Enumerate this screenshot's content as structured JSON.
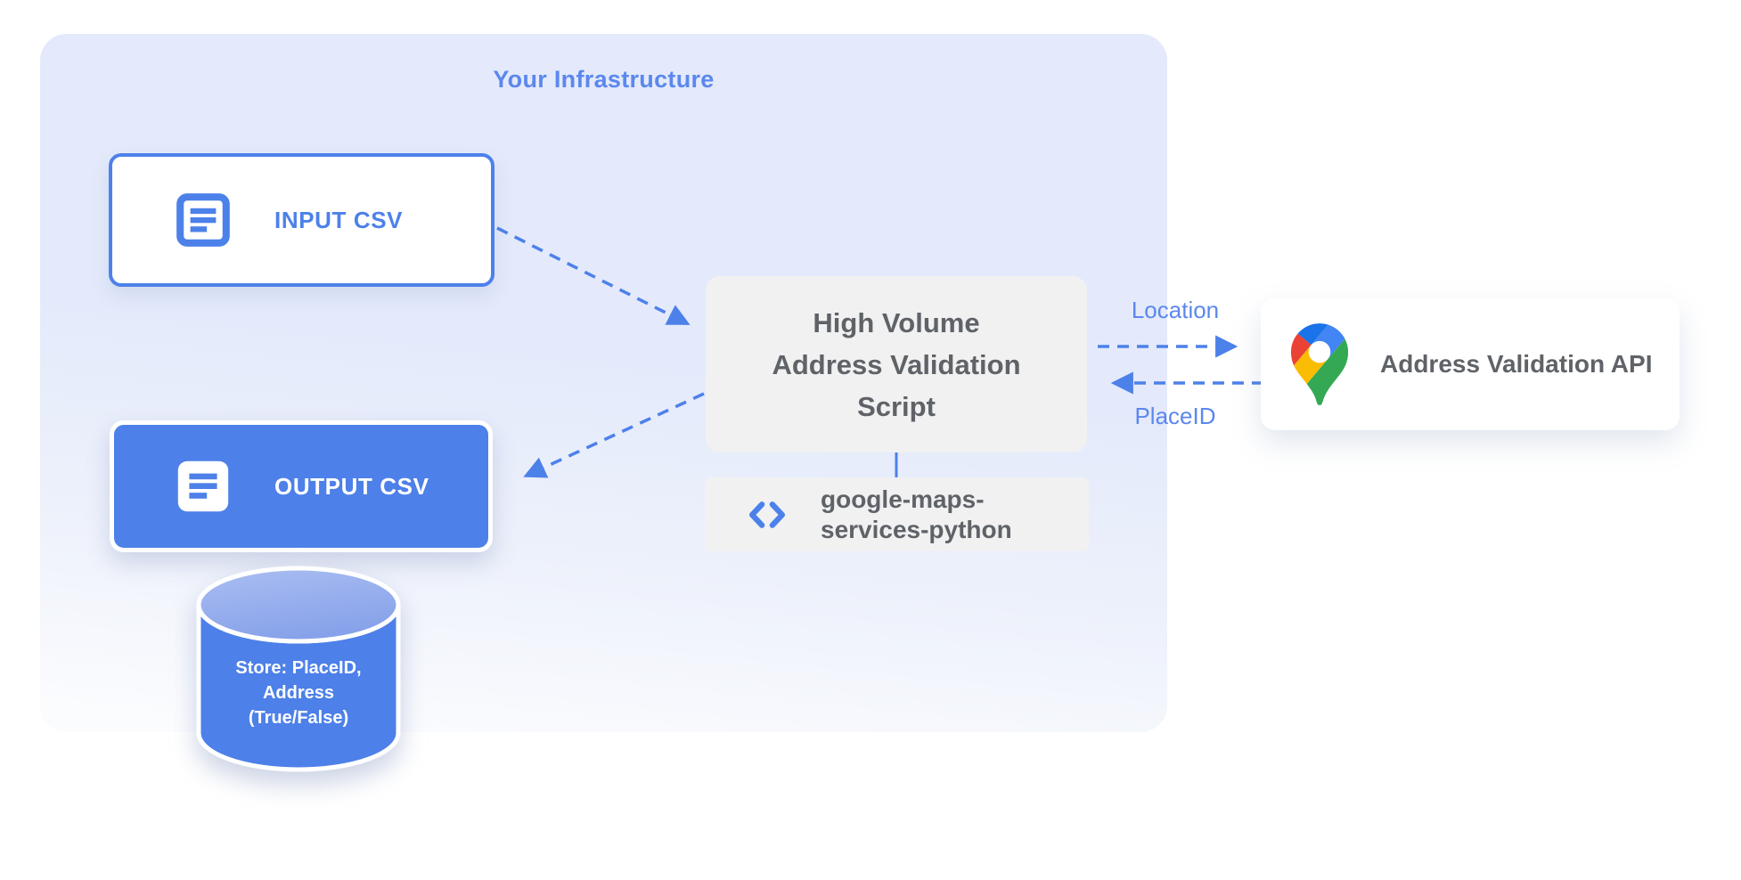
{
  "diagram": {
    "container_title": "Your Infrastructure",
    "nodes": {
      "input_csv": {
        "label": "INPUT CSV",
        "icon": "document-icon"
      },
      "output_csv": {
        "label": "OUTPUT CSV",
        "icon": "document-icon"
      },
      "datastore": {
        "label": "Store: PlaceID,\nAddress\n(True/False)",
        "shape": "database-cylinder"
      },
      "script": {
        "label": "High Volume\nAddress Validation\nScript"
      },
      "library": {
        "label": "google-maps-\nservices-python",
        "icon": "code-icon"
      },
      "api": {
        "label": "Address Validation API",
        "icon": "google-maps-pin-icon"
      }
    },
    "edges": [
      {
        "from": "input_csv",
        "to": "script",
        "style": "dashed",
        "label": ""
      },
      {
        "from": "script",
        "to": "output_csv",
        "style": "dashed",
        "label": ""
      },
      {
        "from": "script",
        "to": "api",
        "style": "dashed",
        "label": "Location"
      },
      {
        "from": "api",
        "to": "script",
        "style": "dashed",
        "label": "PlaceID"
      },
      {
        "from": "script",
        "to": "library",
        "style": "solid",
        "label": ""
      }
    ]
  },
  "colors": {
    "accent": "#4d81ea",
    "accent_text": "#5b87ee",
    "blue_fill": "#4d80e8",
    "box_gray": "#f1f1f2",
    "text_dark": "#5f6368",
    "container_top": "#e4eafb",
    "container_bottom": "#fbfcfe",
    "cylinder_body": "#4d80e8",
    "cylinder_top_light": "#abbef2",
    "cylinder_top_dark": "#87a2ea",
    "google_blue": "#4285f4",
    "google_dark_blue": "#1a73e8",
    "google_red": "#ea4335",
    "google_yellow": "#fbbc04",
    "google_green": "#34a853"
  }
}
